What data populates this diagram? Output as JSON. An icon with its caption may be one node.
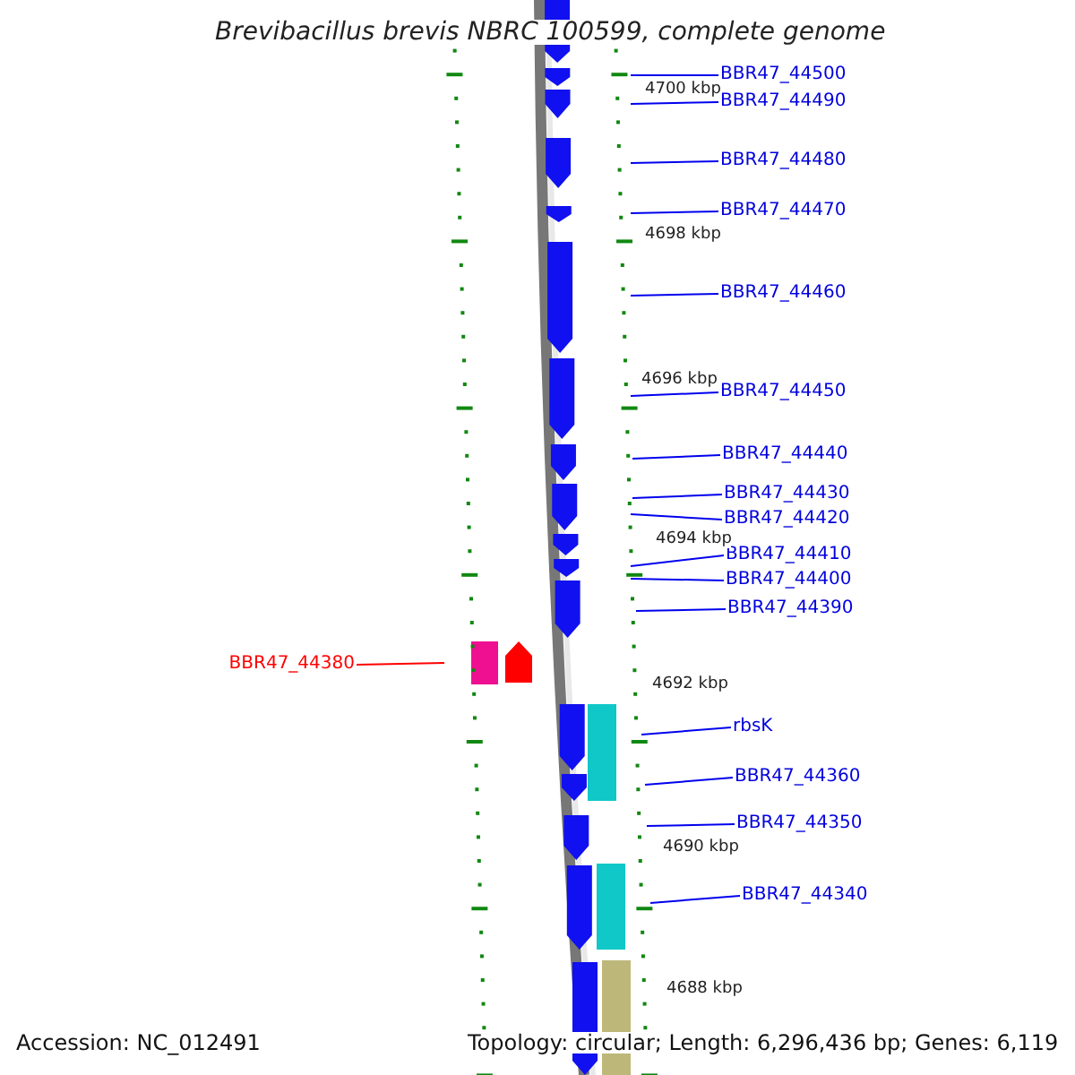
{
  "diagram": {
    "title": "Brevibacillus brevis NBRC 100599, complete genome",
    "nodes": [
      {
        "text": [
          "BBR47_44500"
        ]
      },
      {
        "text": [
          "BBR47_44490"
        ]
      },
      {
        "text": [
          "BBR47_44480"
        ]
      },
      {
        "text": [
          "BBR47_44470"
        ]
      },
      {
        "text": [
          "BBR47_44460"
        ]
      },
      {
        "text": [
          "BBR47_44450"
        ]
      },
      {
        "text": [
          "BBR47_44440"
        ]
      },
      {
        "text": [
          "BBR47_44430"
        ]
      },
      {
        "text": [
          "BBR47_44420"
        ]
      },
      {
        "text": [
          "BBR47_44410"
        ]
      },
      {
        "text": [
          "BBR47_44400"
        ]
      },
      {
        "text": [
          "BBR47_44390"
        ]
      },
      {
        "text": [
          "BBR47_44380"
        ]
      },
      {
        "text": [
          "rbsK"
        ]
      },
      {
        "text": [
          "BBR47_44360"
        ]
      },
      {
        "text": [
          "BBR47_44350"
        ]
      },
      {
        "text": [
          "BBR47_44340"
        ]
      }
    ],
    "edges": [
      {
        "from": 0,
        "to": null,
        "arrow": "none"
      },
      {
        "from": 1,
        "to": null,
        "arrow": "none"
      },
      {
        "from": 2,
        "to": null,
        "arrow": "none"
      },
      {
        "from": 3,
        "to": null,
        "arrow": "none"
      },
      {
        "from": 4,
        "to": null,
        "arrow": "none"
      },
      {
        "from": 5,
        "to": null,
        "arrow": "none"
      },
      {
        "from": 6,
        "to": null,
        "arrow": "none"
      },
      {
        "from": 7,
        "to": null,
        "arrow": "none"
      },
      {
        "from": 8,
        "to": null,
        "arrow": "none"
      },
      {
        "from": 9,
        "to": null,
        "arrow": "none"
      },
      {
        "from": 10,
        "to": null,
        "arrow": "none"
      },
      {
        "from": 11,
        "to": null,
        "arrow": "none"
      },
      {
        "from": 12,
        "to": null,
        "arrow": "none",
        "color": "#ff0000"
      },
      {
        "from": 13,
        "to": null,
        "arrow": "none"
      },
      {
        "from": 14,
        "to": null,
        "arrow": "none"
      },
      {
        "from": 15,
        "to": null,
        "arrow": "none"
      },
      {
        "from": 16,
        "to": null,
        "arrow": "none"
      }
    ],
    "labels": [
      "4700 kbp",
      "4698 kbp",
      "4696 kbp",
      "4694 kbp",
      "4692 kbp",
      "4690 kbp",
      "4688 kbp",
      "Accession: NC_012491",
      "Topology: circular; Length: 6,296,436 bp; Genes: 6,119"
    ]
  }
}
